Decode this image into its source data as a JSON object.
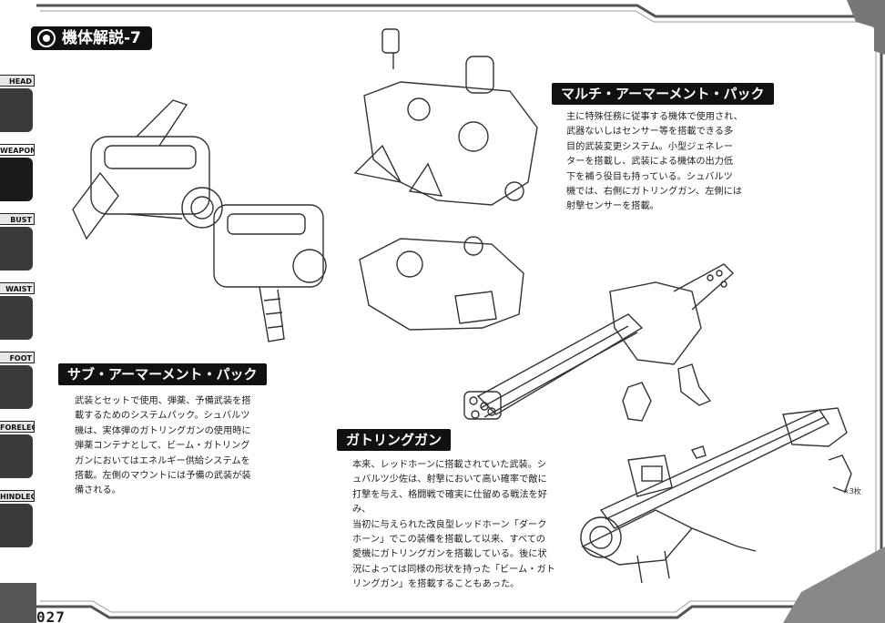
{
  "page_title": "機体解説-7",
  "page_number": "027",
  "side_tabs": [
    {
      "label": "HEAD",
      "active": false
    },
    {
      "label": "WEAPON",
      "active": true
    },
    {
      "label": "BUST",
      "active": false
    },
    {
      "label": "WAIST",
      "active": false
    },
    {
      "label": "FOOT",
      "active": false
    },
    {
      "label": "FORELEG",
      "active": false
    },
    {
      "label": "HINDLEG",
      "active": false
    }
  ],
  "sections": {
    "multi_armament": {
      "heading": "マルチ・アーマーメント・パック",
      "lines": [
        "主に特殊任務に従事する機体で使用され、",
        "武器ないしはセンサー等を搭載できる多",
        "目的武装変更システム。小型ジェネレー",
        "ターを搭載し、武装による機体の出力低",
        "下を補う役目も持っている。シュバルツ",
        "機では、右側にガトリングガン、左側には",
        "射撃センサーを搭載。"
      ]
    },
    "sub_armament": {
      "heading": "サブ・アーマーメント・パック",
      "lines": [
        "武装とセットで使用、弾薬、予備武装を搭",
        "載するためのシステムパック。シュバルツ",
        "機は、実体弾のガトリングガンの使用時に",
        "弾薬コンテナとして、ビーム・ガトリング",
        "ガンにおいてはエネルギー供給システムを",
        "搭載。左側のマウントには予備の武装が装",
        "備される。"
      ]
    },
    "gatling": {
      "heading": "ガトリングガン",
      "lines": [
        "本来、レッドホーンに搭載されていた武装。シ",
        "ュバルツ少佐は、射撃において高い確率で敵に",
        "打撃を与え、格闘戦で確実に仕留める戦法を好み、",
        "当初に与えられた改良型レッドホーン「ダーク",
        "ホーン」でこの装備を搭載して以来、すべての",
        "愛機にガトリングガンを搭載している。後に状",
        "況によっては同様の形状を持った「ビーム・ガト",
        "リングガン」を搭載することもあった。"
      ]
    }
  },
  "annotation": "×3枚"
}
